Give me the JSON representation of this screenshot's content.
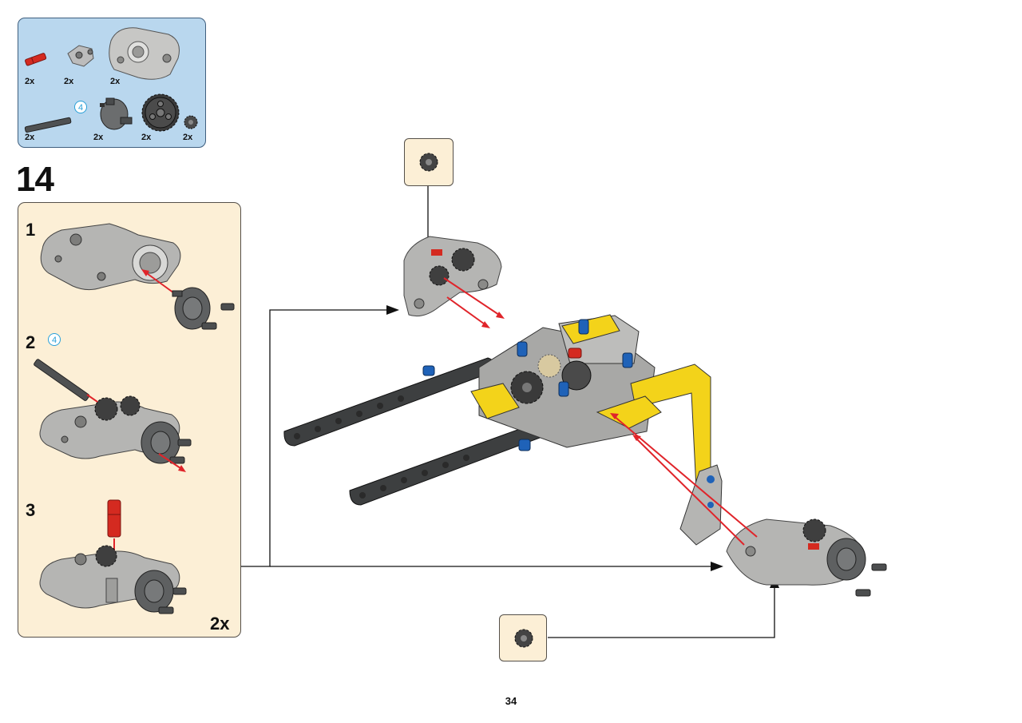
{
  "parts_list": {
    "quantities": [
      "2x",
      "2x",
      "2x",
      "2x",
      "2x",
      "2x",
      "2x"
    ],
    "axle_length_badge": "4"
  },
  "step": {
    "number": "14",
    "substeps": [
      "1",
      "2",
      "3"
    ],
    "substep2_badge": "4",
    "multiplier": "2x"
  },
  "page_number": "34",
  "colors": {
    "parts_box_bg": "#b9d7ee",
    "substep_bg": "#fcefd6",
    "light_bluish_gray": "#a8a8a6",
    "dark_bluish_gray": "#5f6162",
    "black": "#3a3a3a",
    "yellow": "#f3d31a",
    "red": "#d42a20",
    "blue": "#1f62b8",
    "arrow_red": "#e0242a"
  }
}
